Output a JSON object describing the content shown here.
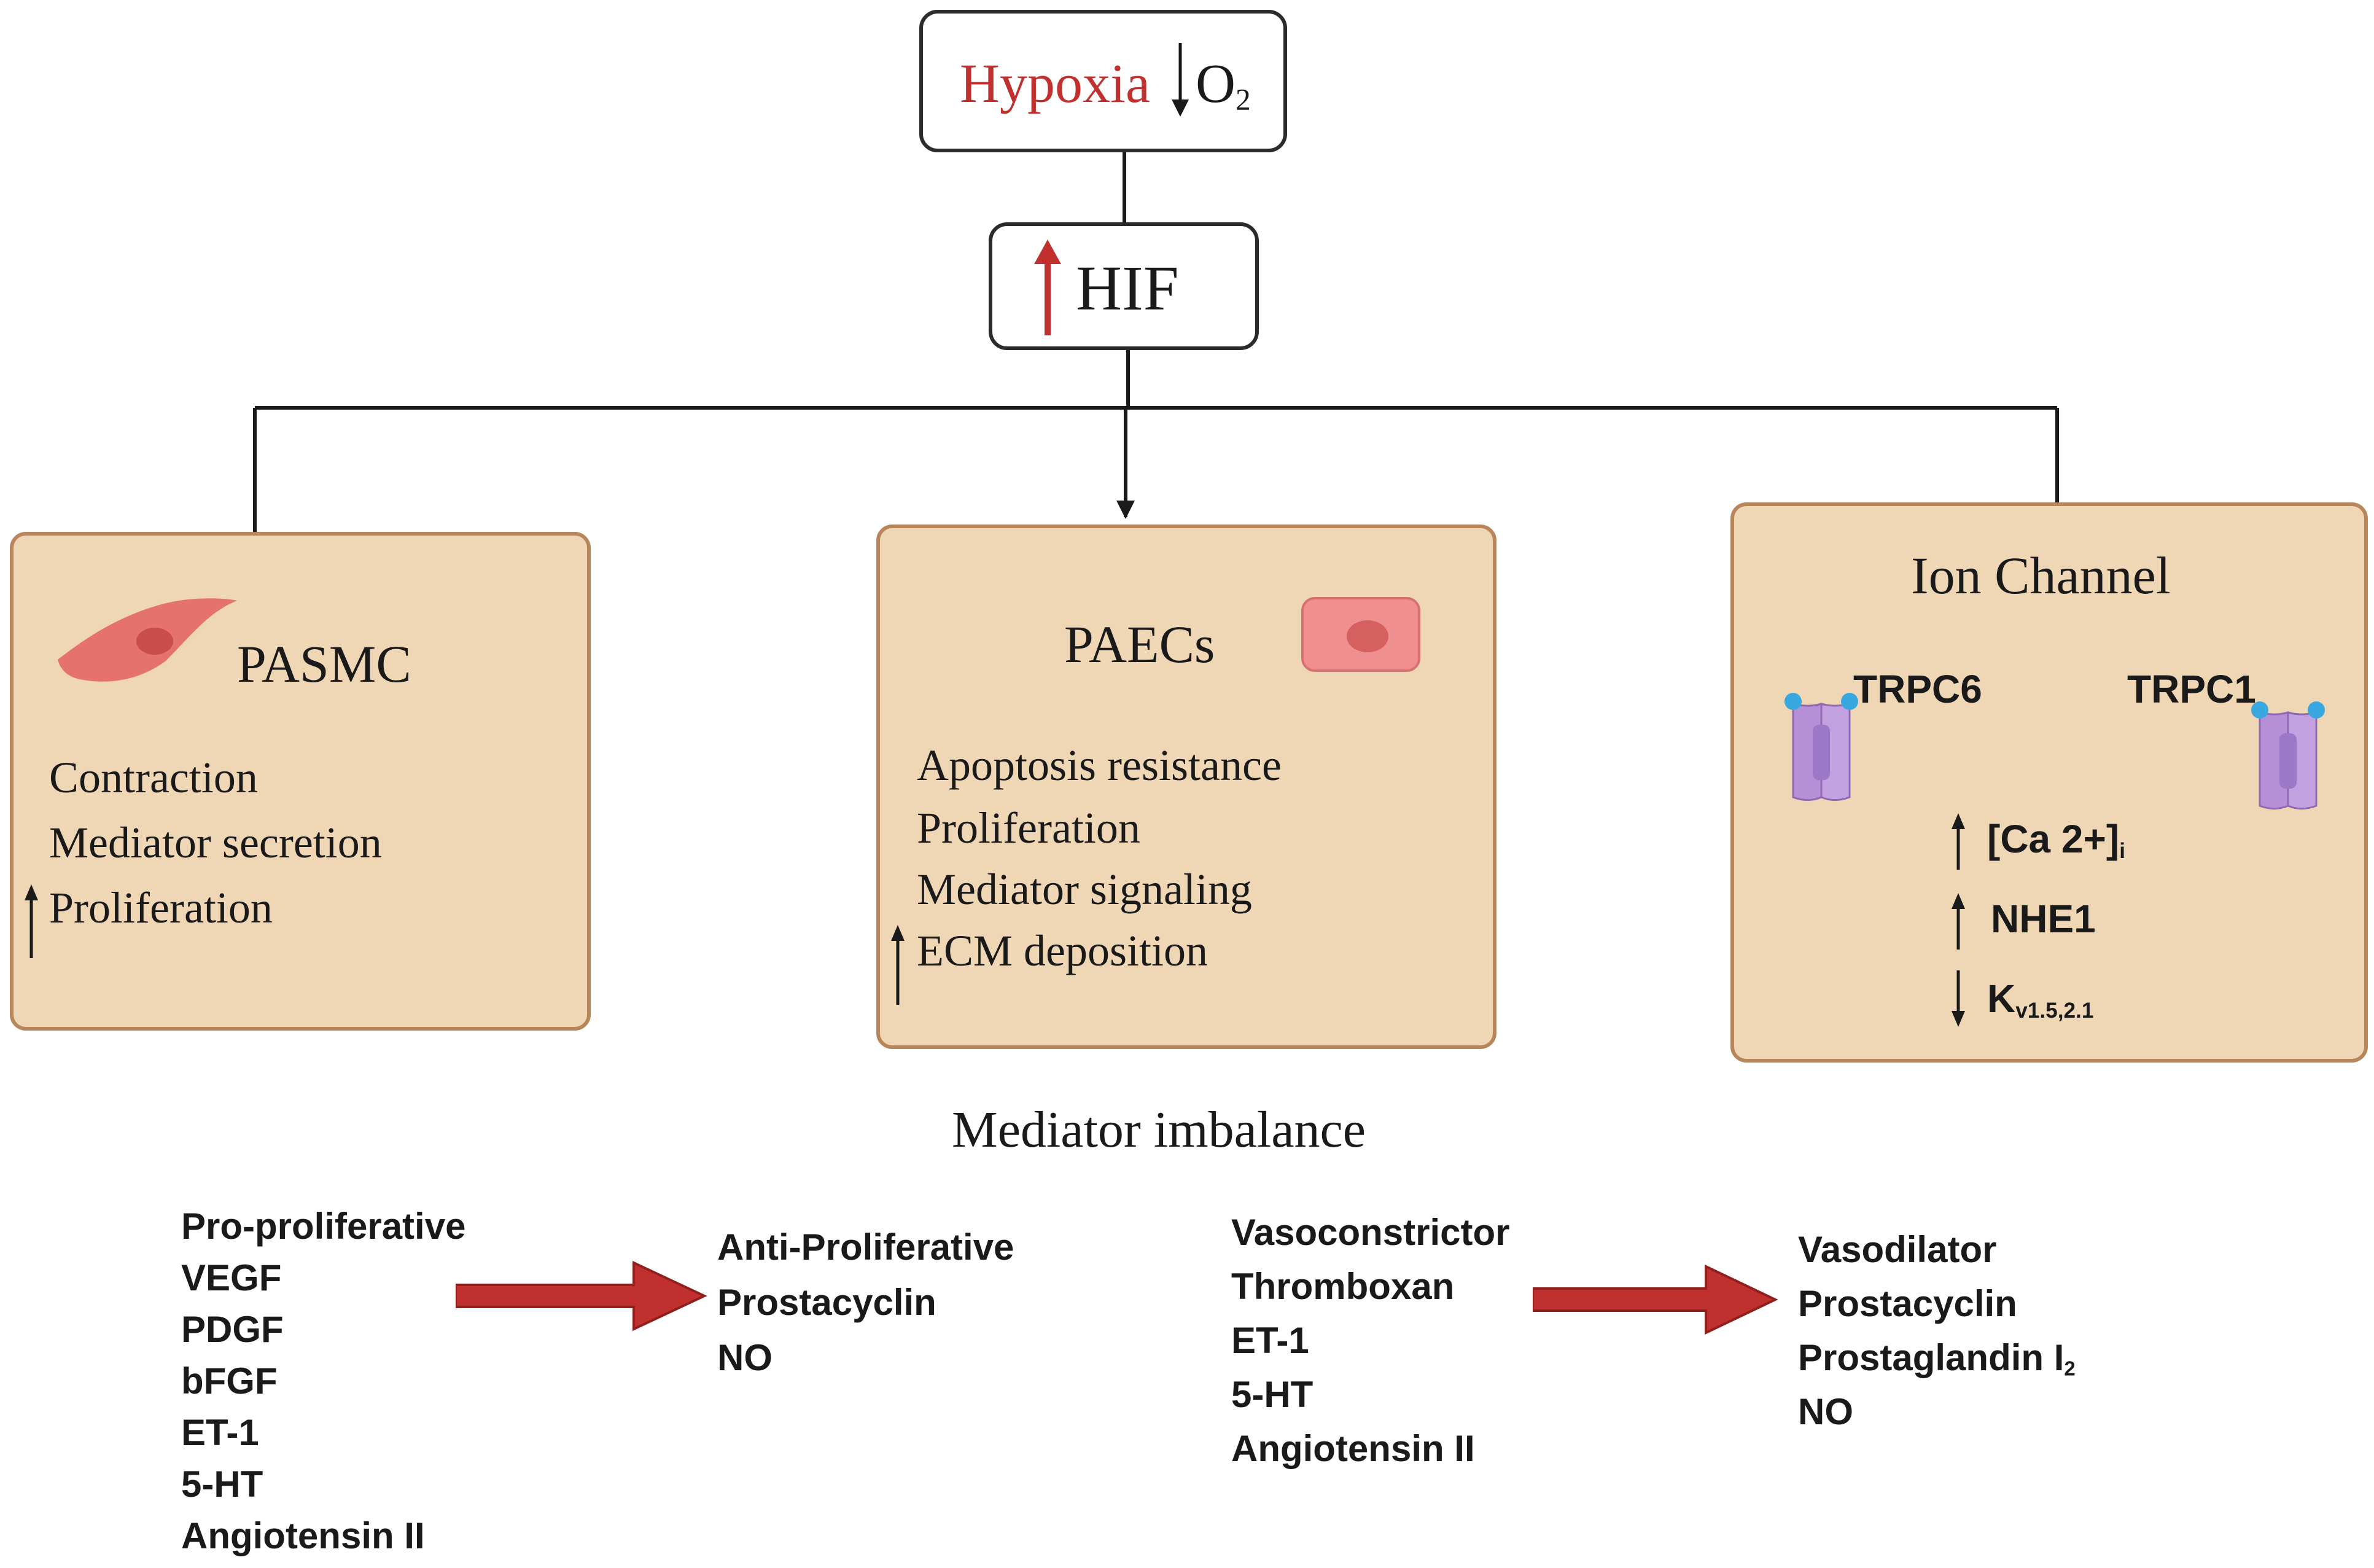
{
  "top": {
    "hypoxia_label": "Hypoxia",
    "o2_label": "O",
    "o2_subscript": "2",
    "hif_label": "HIF"
  },
  "panels": {
    "pasmc": {
      "title": "PASMC",
      "items": [
        "Contraction",
        "Mediator secretion",
        "Proliferation"
      ]
    },
    "paecs": {
      "title": "PAECs",
      "items": [
        "Apoptosis resistance",
        "Proliferation",
        "Mediator signaling",
        "ECM deposition"
      ]
    },
    "ion": {
      "title": "Ion Channel",
      "trpc6": "TRPC6",
      "trpc1": "TRPC1",
      "ca_label": "[Ca 2+]",
      "ca_sub": "i",
      "nhe1": "NHE1",
      "kv_label": "K",
      "kv_sub": "v1.5,2.1"
    }
  },
  "mediator": {
    "title": "Mediator imbalance",
    "left_from": [
      "Pro-proliferative",
      "VEGF",
      "PDGF",
      "bFGF",
      "ET-1",
      "5-HT",
      "Angiotensin II"
    ],
    "left_to": [
      "Anti-Proliferative",
      "Prostacyclin",
      "NO"
    ],
    "right_from": [
      "Vasoconstrictor",
      "Thromboxan",
      "ET-1",
      "5-HT",
      "Angiotensin II"
    ],
    "right_to": {
      "line1": "Vasodilator",
      "line2": "Prostacyclin",
      "line3": "Prostaglandin I",
      "line3_sub": "2",
      "line4": "NO"
    }
  },
  "colors": {
    "panel_fill": "#efd7b6",
    "panel_border": "#b8865a",
    "hypoxia_red": "#c0302e",
    "arrow_red": "#c0302e",
    "cell_pink": "#e6736b",
    "channel_purple": "#b690d6",
    "channel_cap_blue": "#3aa8e0"
  }
}
